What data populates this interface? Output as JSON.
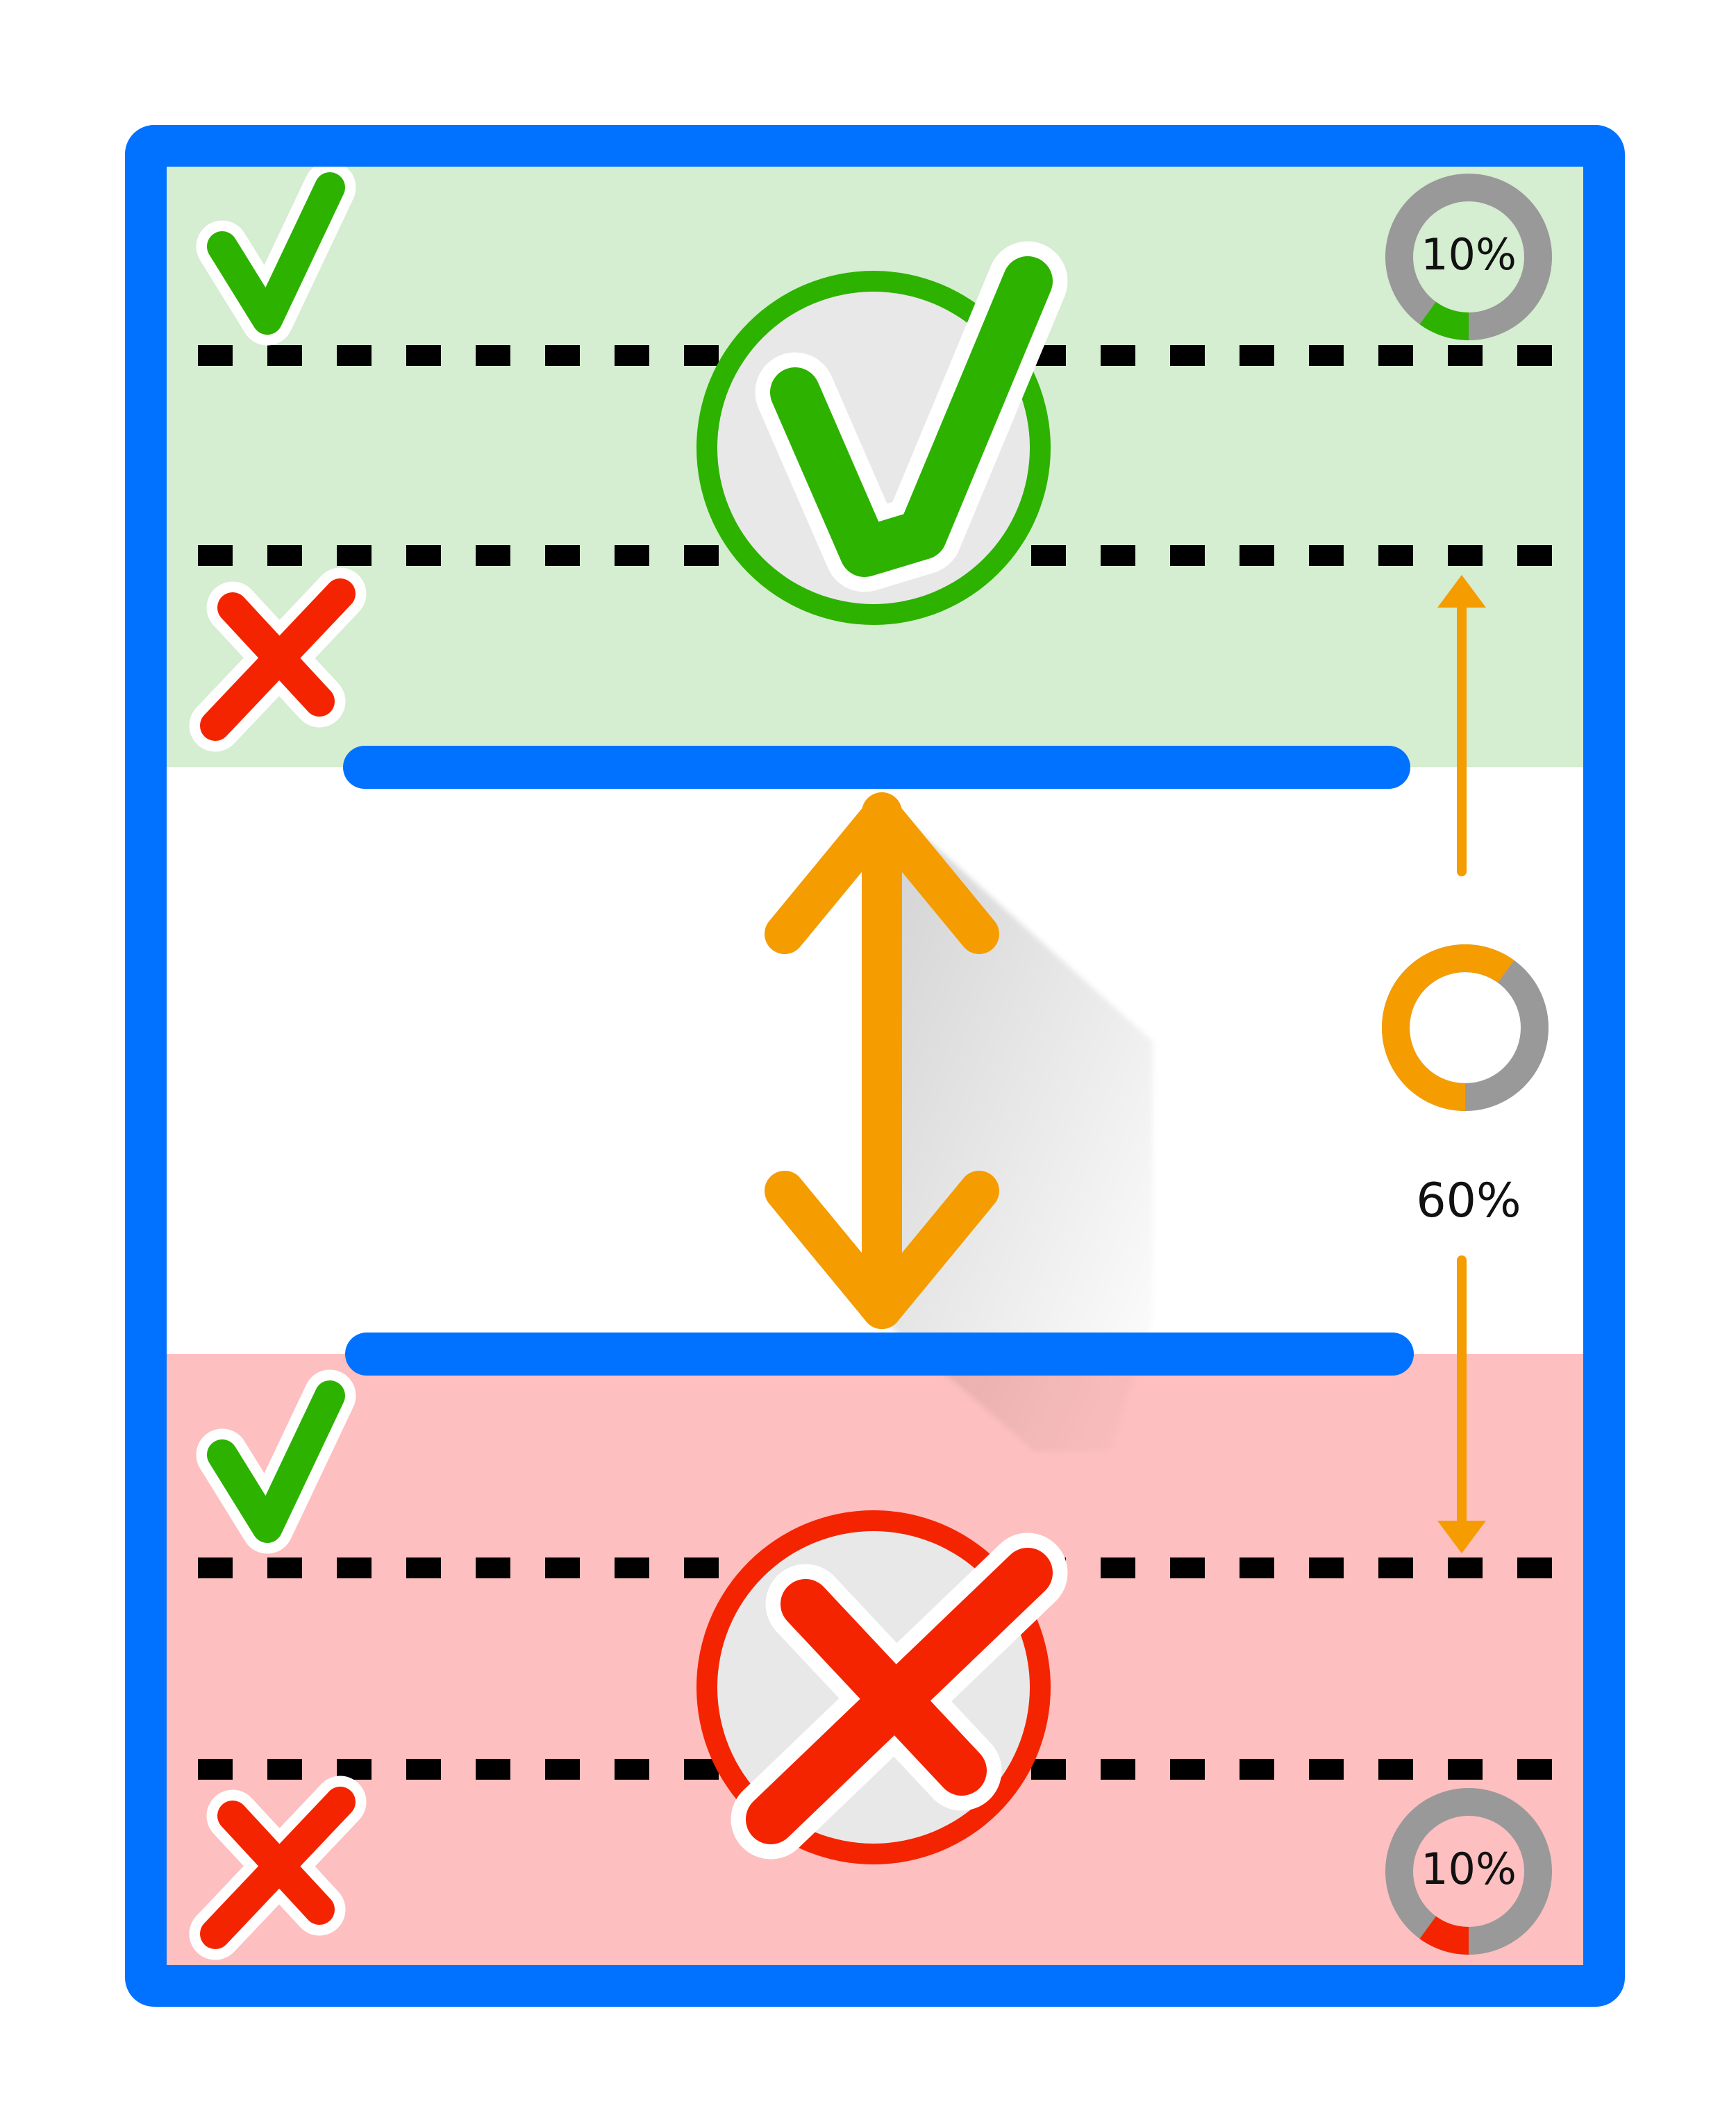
{
  "colors": {
    "frame": "#0072FF",
    "accept_zone": "#D5EDD0",
    "reject_zone": "#FDBFBF",
    "neutral_zone": "#FFFFFF",
    "check_green": "#2DB200",
    "cross_red": "#F52400",
    "arrow_orange": "#F59C00",
    "ring_gray": "#999999",
    "dash_black": "#000000",
    "badge_fill": "#E8E8E8"
  },
  "icons": {
    "top_left_check": "check-icon",
    "top_left_cross": "cross-icon",
    "bottom_left_check": "check-icon",
    "bottom_left_cross": "cross-icon",
    "top_badge": "check-circle-icon",
    "bottom_badge": "cross-circle-icon",
    "middle_arrow": "double-arrow-icon"
  },
  "top_gauge": {
    "label": "10%",
    "value": 10,
    "fill_color": "#2DB200"
  },
  "middle_gauge": {
    "label": "60%",
    "value": 60,
    "fill_color": "#F59C00"
  },
  "bottom_gauge": {
    "label": "10%",
    "value": 10,
    "fill_color": "#F52400"
  }
}
